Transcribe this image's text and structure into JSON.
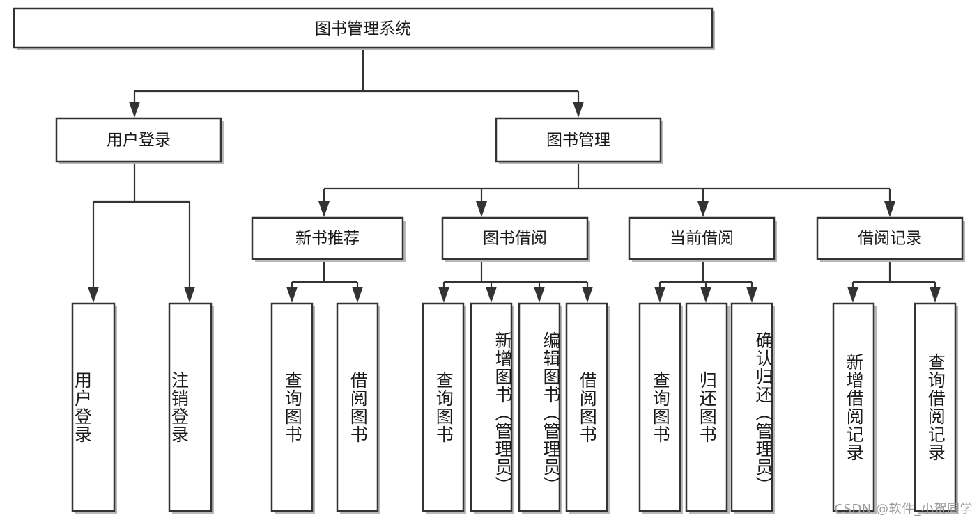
{
  "diagram": {
    "title": "图书管理系统",
    "type": "tree-hierarchy-diagram",
    "root": {
      "id": "root",
      "label": "图书管理系统",
      "orientation": "horizontal"
    },
    "level2": [
      {
        "id": "user-login",
        "label": "用户登录",
        "orientation": "horizontal"
      },
      {
        "id": "book-management",
        "label": "图书管理",
        "orientation": "horizontal"
      }
    ],
    "level3": [
      {
        "id": "new-book-recommend",
        "label": "新书推荐",
        "orientation": "horizontal",
        "parent": "book-management"
      },
      {
        "id": "book-borrow",
        "label": "图书借阅",
        "orientation": "horizontal",
        "parent": "book-management"
      },
      {
        "id": "current-borrow",
        "label": "当前借阅",
        "orientation": "horizontal",
        "parent": "book-management"
      },
      {
        "id": "borrow-record",
        "label": "借阅记录",
        "orientation": "horizontal",
        "parent": "book-management"
      }
    ],
    "leaves": [
      {
        "id": "leaf-user-login",
        "label": "用户登录",
        "orientation": "vertical",
        "parent": "user-login"
      },
      {
        "id": "leaf-logout-login",
        "label": "注销登录",
        "orientation": "vertical",
        "parent": "user-login"
      },
      {
        "id": "leaf-query-book-1",
        "label": "查询图书",
        "orientation": "vertical",
        "parent": "new-book-recommend"
      },
      {
        "id": "leaf-borrow-book-1",
        "label": "借阅图书",
        "orientation": "vertical",
        "parent": "new-book-recommend"
      },
      {
        "id": "leaf-query-book-2",
        "label": "查询图书",
        "orientation": "vertical",
        "parent": "book-borrow"
      },
      {
        "id": "leaf-add-book-admin",
        "label": "新增图书（管理员）",
        "orientation": "vertical",
        "parent": "book-borrow"
      },
      {
        "id": "leaf-edit-book-admin",
        "label": "编辑图书（管理员）",
        "orientation": "vertical",
        "parent": "book-borrow"
      },
      {
        "id": "leaf-borrow-book-2",
        "label": "借阅图书",
        "orientation": "vertical",
        "parent": "book-borrow"
      },
      {
        "id": "leaf-query-book-3",
        "label": "查询图书",
        "orientation": "vertical",
        "parent": "current-borrow"
      },
      {
        "id": "leaf-return-book",
        "label": "归还图书",
        "orientation": "vertical",
        "parent": "current-borrow"
      },
      {
        "id": "leaf-confirm-return-admin",
        "label": "确认归还（管理员）",
        "orientation": "vertical",
        "parent": "current-borrow"
      },
      {
        "id": "leaf-add-borrow-record",
        "label": "新增借阅记录",
        "orientation": "vertical",
        "parent": "borrow-record"
      },
      {
        "id": "leaf-query-borrow-record",
        "label": "查询借阅记录",
        "orientation": "vertical",
        "parent": "borrow-record"
      }
    ],
    "colors": {
      "box_stroke": "#333333",
      "box_fill": "#ffffff",
      "connector": "#333333",
      "text": "#1a1a1a",
      "background": "#ffffff",
      "watermark": "#9a9a9a"
    }
  },
  "watermark": {
    "text": "CSDN @软件_小贺同学"
  }
}
